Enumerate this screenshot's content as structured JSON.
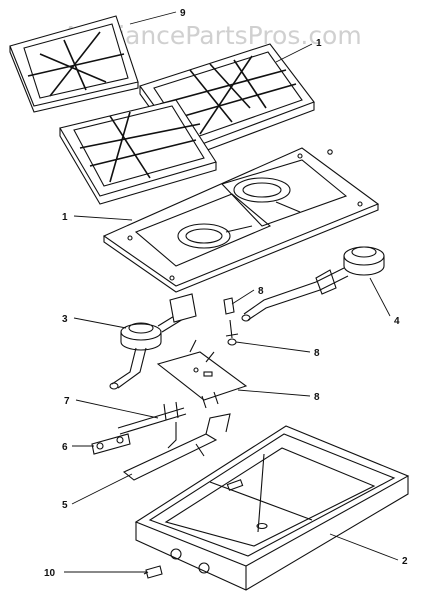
{
  "watermark": "AppliancePartsPros.com",
  "callouts": [
    {
      "key": "grate-right",
      "label": "9"
    },
    {
      "key": "grate-left",
      "label": "1"
    },
    {
      "key": "cooktop",
      "label": "1"
    },
    {
      "key": "burner-left",
      "label": "3"
    },
    {
      "key": "burner-right",
      "label": "4"
    },
    {
      "key": "orifice-top",
      "label": "8"
    },
    {
      "key": "orifice-mid",
      "label": "8"
    },
    {
      "key": "bracket",
      "label": "8"
    },
    {
      "key": "tube",
      "label": "7"
    },
    {
      "key": "clip",
      "label": "6"
    },
    {
      "key": "support",
      "label": "5"
    },
    {
      "key": "drip-pan",
      "label": "2"
    },
    {
      "key": "screw",
      "label": "10"
    }
  ]
}
